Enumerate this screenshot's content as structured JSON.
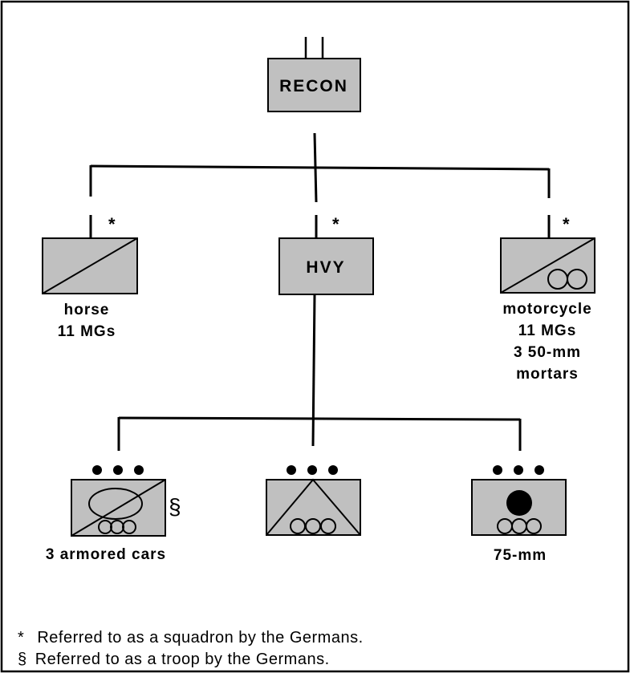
{
  "title": "",
  "headquarters": {
    "label": "RECON",
    "size_symbol": "II"
  },
  "units": [
    {
      "id": "horse",
      "code": "",
      "type": "cavalry",
      "marker": "*",
      "lines": [
        "horse",
        "11 MGs"
      ]
    },
    {
      "id": "heavy",
      "code": "HVY",
      "type": "heavy",
      "marker": "*",
      "lines": []
    },
    {
      "id": "motorcycle",
      "code": "",
      "type": "motorized-cavalry",
      "marker": "*",
      "lines": [
        "motorcycle",
        "11 MGs",
        "3 50-mm",
        "mortars"
      ]
    }
  ],
  "subunits": [
    {
      "id": "armored-cars",
      "type": "armored-car",
      "size_symbol": "•••",
      "marker": "§",
      "lines": [
        "3 armored cars"
      ]
    },
    {
      "id": "engineer",
      "type": "motorized-engineer",
      "size_symbol": "•••",
      "marker": "",
      "lines": []
    },
    {
      "id": "artillery",
      "type": "motorized-artillery",
      "size_symbol": "•••",
      "marker": "",
      "lines": [
        "75-mm"
      ]
    }
  ],
  "footnotes": [
    {
      "symbol": "*",
      "text": "Referred to as a squadron by the Germans."
    },
    {
      "symbol": "§",
      "text": "Referred to as a troop by the Germans."
    }
  ],
  "colors": {
    "symbol_fill": "#c0c0c0",
    "line": "#000000",
    "background": "#ffffff"
  }
}
